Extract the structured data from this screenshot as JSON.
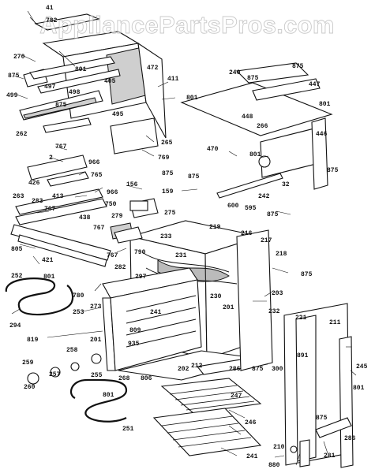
{
  "watermark": "AppliancePartsPros.com",
  "callouts": [
    {
      "id": "c41",
      "text": "41"
    },
    {
      "id": "c782",
      "text": "782"
    },
    {
      "id": "c270",
      "text": "270"
    },
    {
      "id": "c801a",
      "text": "801"
    },
    {
      "id": "c875a",
      "text": "875"
    },
    {
      "id": "c497",
      "text": "497"
    },
    {
      "id": "c405",
      "text": "405"
    },
    {
      "id": "c472",
      "text": "472"
    },
    {
      "id": "c411",
      "text": "411"
    },
    {
      "id": "c498",
      "text": "498"
    },
    {
      "id": "c875b",
      "text": "875"
    },
    {
      "id": "c499",
      "text": "499"
    },
    {
      "id": "c495",
      "text": "495"
    },
    {
      "id": "c801b",
      "text": "801"
    },
    {
      "id": "c262",
      "text": "262"
    },
    {
      "id": "c767a",
      "text": "767"
    },
    {
      "id": "c265",
      "text": "265"
    },
    {
      "id": "c2",
      "text": "2"
    },
    {
      "id": "c966a",
      "text": "966"
    },
    {
      "id": "c769",
      "text": "769"
    },
    {
      "id": "c765",
      "text": "765"
    },
    {
      "id": "c875c",
      "text": "875"
    },
    {
      "id": "c426",
      "text": "426"
    },
    {
      "id": "c156",
      "text": "156"
    },
    {
      "id": "c159",
      "text": "159"
    },
    {
      "id": "c413",
      "text": "413"
    },
    {
      "id": "c966b",
      "text": "966"
    },
    {
      "id": "c263",
      "text": "263"
    },
    {
      "id": "c283",
      "text": "283"
    },
    {
      "id": "c767b",
      "text": "767"
    },
    {
      "id": "c438",
      "text": "438"
    },
    {
      "id": "c750",
      "text": "750"
    },
    {
      "id": "c279",
      "text": "279"
    },
    {
      "id": "c275",
      "text": "275"
    },
    {
      "id": "c767c",
      "text": "767"
    },
    {
      "id": "c805",
      "text": "805"
    },
    {
      "id": "c421",
      "text": "421"
    },
    {
      "id": "c767d",
      "text": "767"
    },
    {
      "id": "c233",
      "text": "233"
    },
    {
      "id": "c231",
      "text": "231"
    },
    {
      "id": "c790",
      "text": "790"
    },
    {
      "id": "c282",
      "text": "282"
    },
    {
      "id": "c297",
      "text": "297"
    },
    {
      "id": "c252",
      "text": "252"
    },
    {
      "id": "c801c",
      "text": "801"
    },
    {
      "id": "c780",
      "text": "780"
    },
    {
      "id": "c273",
      "text": "273"
    },
    {
      "id": "c253",
      "text": "253"
    },
    {
      "id": "c294",
      "text": "294"
    },
    {
      "id": "c819",
      "text": "819"
    },
    {
      "id": "c201a",
      "text": "201"
    },
    {
      "id": "c241a",
      "text": "241"
    },
    {
      "id": "c230",
      "text": "230"
    },
    {
      "id": "c201b",
      "text": "201"
    },
    {
      "id": "c232",
      "text": "232"
    },
    {
      "id": "c809",
      "text": "809"
    },
    {
      "id": "c935",
      "text": "935"
    },
    {
      "id": "c258",
      "text": "258"
    },
    {
      "id": "c259",
      "text": "259"
    },
    {
      "id": "c257",
      "text": "257"
    },
    {
      "id": "c255",
      "text": "255"
    },
    {
      "id": "c260",
      "text": "260"
    },
    {
      "id": "c268",
      "text": "268"
    },
    {
      "id": "c202",
      "text": "202"
    },
    {
      "id": "c212",
      "text": "212"
    },
    {
      "id": "c286",
      "text": "286"
    },
    {
      "id": "c806",
      "text": "806"
    },
    {
      "id": "c801d",
      "text": "801"
    },
    {
      "id": "c251",
      "text": "251"
    },
    {
      "id": "c247",
      "text": "247"
    },
    {
      "id": "c246",
      "text": "246"
    },
    {
      "id": "c241b",
      "text": "241"
    },
    {
      "id": "c875d",
      "text": "875"
    },
    {
      "id": "c240",
      "text": "240"
    },
    {
      "id": "c875e",
      "text": "875"
    },
    {
      "id": "c447",
      "text": "447"
    },
    {
      "id": "c801e",
      "text": "801"
    },
    {
      "id": "c448",
      "text": "448"
    },
    {
      "id": "c266",
      "text": "266"
    },
    {
      "id": "c446",
      "text": "446"
    },
    {
      "id": "c470",
      "text": "470"
    },
    {
      "id": "c801f",
      "text": "801"
    },
    {
      "id": "c875f",
      "text": "875"
    },
    {
      "id": "c875g",
      "text": "875"
    },
    {
      "id": "c32",
      "text": "32"
    },
    {
      "id": "c242",
      "text": "242"
    },
    {
      "id": "c600",
      "text": "600"
    },
    {
      "id": "c595",
      "text": "595"
    },
    {
      "id": "c875h",
      "text": "875"
    },
    {
      "id": "c219",
      "text": "219"
    },
    {
      "id": "c216",
      "text": "216"
    },
    {
      "id": "c217",
      "text": "217"
    },
    {
      "id": "c218",
      "text": "218"
    },
    {
      "id": "c875i",
      "text": "875"
    },
    {
      "id": "c203",
      "text": "203"
    },
    {
      "id": "c221",
      "text": "221"
    },
    {
      "id": "c211",
      "text": "211"
    },
    {
      "id": "c891",
      "text": "891"
    },
    {
      "id": "c245",
      "text": "245"
    },
    {
      "id": "c875j",
      "text": "875"
    },
    {
      "id": "c300",
      "text": "300"
    },
    {
      "id": "c801g",
      "text": "801"
    },
    {
      "id": "c875k",
      "text": "875"
    },
    {
      "id": "c286b",
      "text": "286"
    },
    {
      "id": "c210",
      "text": "210"
    },
    {
      "id": "c281",
      "text": "281"
    },
    {
      "id": "c880",
      "text": "880"
    }
  ]
}
